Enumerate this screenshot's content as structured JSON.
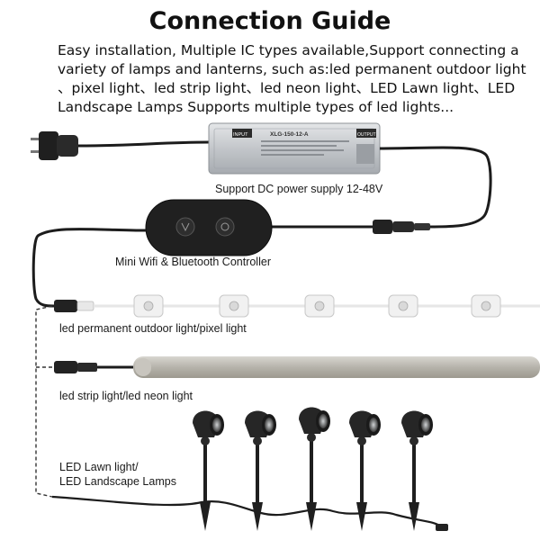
{
  "title": "Connection Guide",
  "intro_lines": [
    "Easy installation, Multiple IC types available,Support connecting a",
    "variety of lamps and lanterns, such as:led permanent outdoor light",
    "、pixel light、led strip light、led neon light、LED Lawn light、LED",
    "Landscape Lamps Supports multiple types of led lights..."
  ],
  "power_supply": {
    "label": "Support DC power supply 12-48V",
    "model": "XLG-150-12-A",
    "input_tag": "INPUT",
    "output_tag": "OUTPUT"
  },
  "controller": {
    "label": "Mini Wifi & Bluetooth Controller"
  },
  "outputs": [
    {
      "label": "led permanent outdoor light/pixel light"
    },
    {
      "label": "led strip light/led neon light"
    },
    {
      "label_lines": [
        "LED Lawn light/",
        "LED Landscape Lamps"
      ]
    }
  ],
  "colors": {
    "cable": "#1c1c1c",
    "psu_body": "#c9ccd0",
    "tube": "#b9b6ae",
    "lamp": "#262626"
  }
}
